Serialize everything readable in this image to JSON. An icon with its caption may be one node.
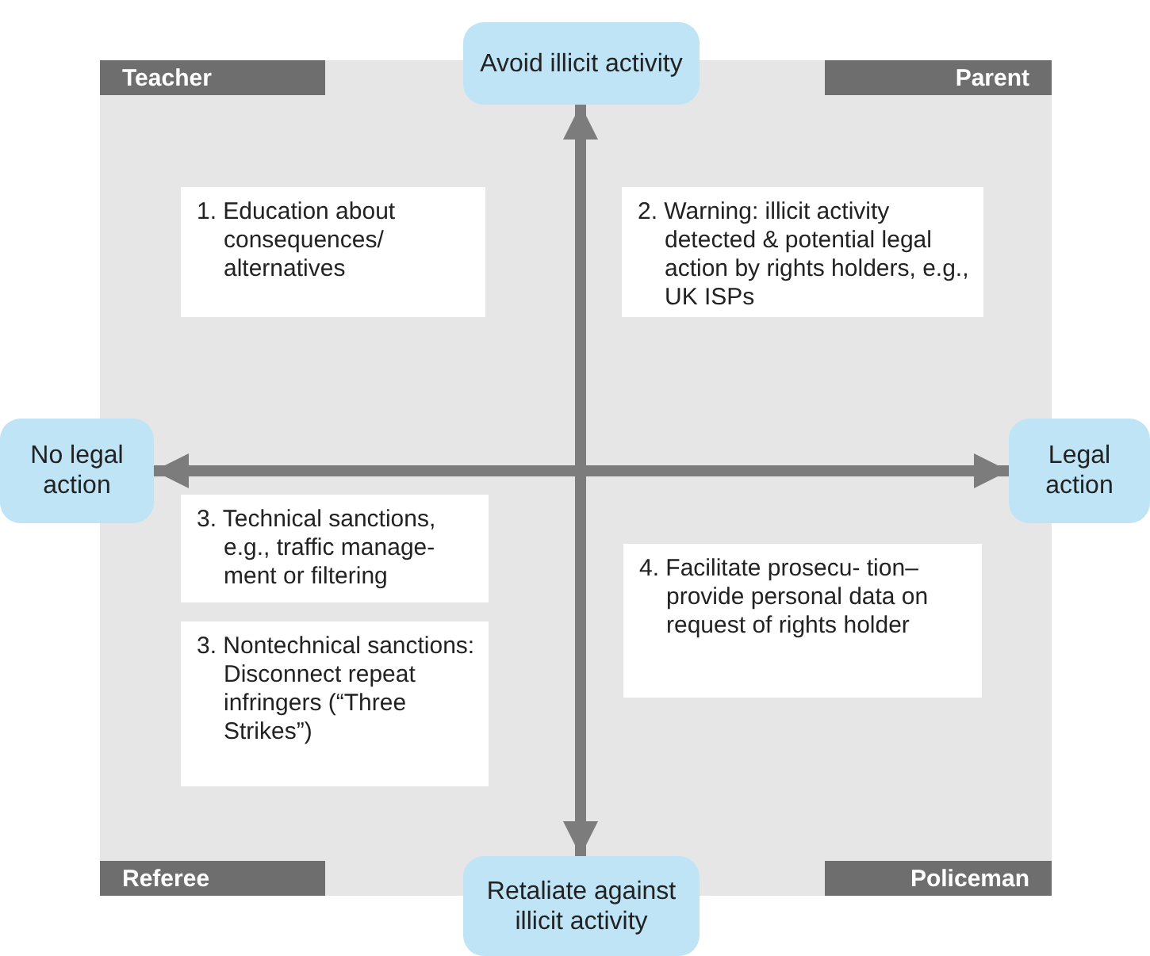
{
  "diagram": {
    "nodes": [
      {
        "text": [
          "Avoid illicit activity"
        ]
      },
      {
        "text": [
          "Teacher"
        ]
      },
      {
        "text": [
          "Parent"
        ]
      },
      {
        "text": [
          "1. Education about consequences/ alternatives"
        ]
      },
      {
        "text": [
          "2. Warning: illicit activity detected & potential legal action by rights holders, e.g., UK ISPs"
        ]
      },
      {
        "text": [
          "No legal action"
        ]
      },
      {
        "text": [
          "Legal action"
        ]
      },
      {
        "text": [
          "3. Technical sanctions, e.g., traffic manage- ment or filtering"
        ]
      },
      {
        "text": [
          "4. Facilitate prosecu- tion–provide personal data on request of rights holder"
        ]
      },
      {
        "text": [
          "3. Nontechnical sanctions: Disconnect repeat infringers (“Three Strikes”)"
        ]
      },
      {
        "text": [
          "Referee"
        ]
      },
      {
        "text": [
          "Policeman"
        ]
      },
      {
        "text": [
          "Retaliate against illicit activity"
        ]
      }
    ],
    "edges": [
      {
        "from": 0,
        "to": 12,
        "arrow": "both"
      },
      {
        "from": 5,
        "to": 6,
        "arrow": "both"
      }
    ]
  }
}
